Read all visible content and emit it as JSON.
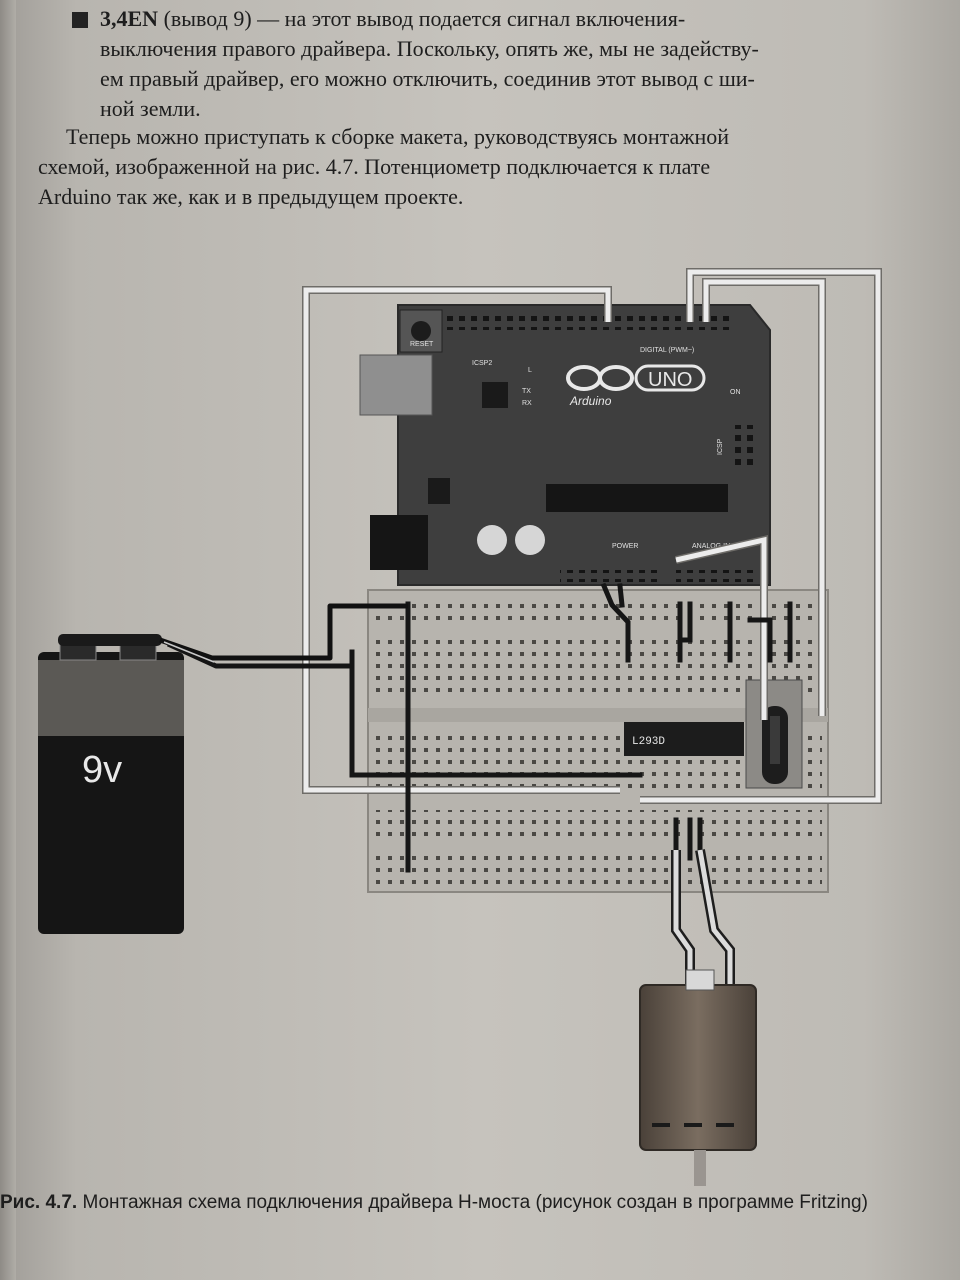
{
  "text": {
    "bullet_head": "3,4EN",
    "bullet_line1_rest": "(вывод 9) — на этот вывод подается сигнал включения-",
    "bullet_line2": "выключения правого драйвера. Поскольку, опять же, мы не задейству-",
    "bullet_line3": "ем правый драйвер, его можно отключить, соединив этот вывод с ши-",
    "bullet_line4": "ной земли.",
    "para_line1": "Теперь можно приступать к сборке макета, руководствуясь монтажной",
    "para_line2": "схемой, изображенной на рис. 4.7. Потенциометр подключается к плате",
    "para_line3": "Arduino так же, как и в предыдущем проекте."
  },
  "figure": {
    "battery_label": "9v",
    "chip_label": "L293D",
    "arduino_brand": "Arduino",
    "arduino_model": "UNO",
    "reset_label": "RESET",
    "icsp2_label": "ICSP2",
    "icsp_label": "ICSP",
    "digital_label": "DIGITAL (PWM~)",
    "power_label": "POWER",
    "analog_label": "ANALOG IN",
    "on_label": "ON",
    "l_label": "L",
    "tx_label": "TX",
    "rx_label": "RX"
  },
  "caption": {
    "label": "Рис. 4.7.",
    "text": "Монтажная схема подключения драйвера Н-моста (рисунок создан в программе Fritzing)"
  },
  "colors": {
    "paper": "#c6c3bd",
    "ink": "#1e1e1e",
    "arduino_board": "#3e3e3e",
    "breadboard": "#b5b2ac",
    "wire_dark": "#161616",
    "wire_light": "#ececec"
  }
}
